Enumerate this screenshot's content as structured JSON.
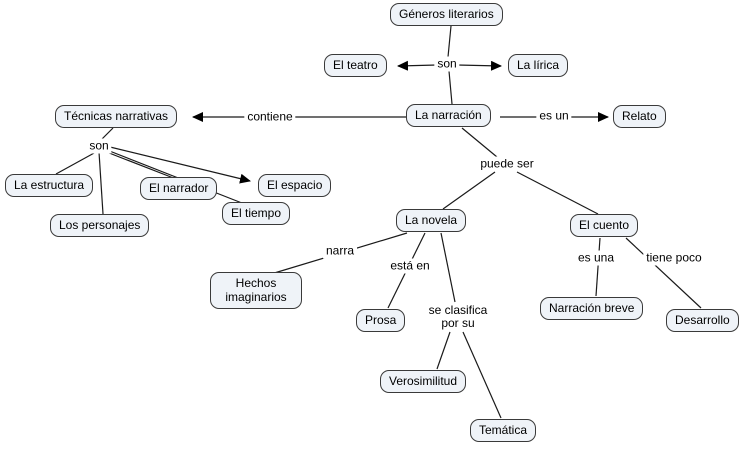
{
  "nodes": {
    "generos": {
      "label": "Géneros literarios"
    },
    "teatro": {
      "label": "El teatro"
    },
    "lirica": {
      "label": "La lírica"
    },
    "narracion": {
      "label": "La narración"
    },
    "tecnicas": {
      "label": "Técnicas narrativas"
    },
    "relato": {
      "label": "Relato"
    },
    "estructura": {
      "label": "La estructura"
    },
    "narrador": {
      "label": "El narrador"
    },
    "espacio": {
      "label": "El espacio"
    },
    "personajes": {
      "label": "Los personajes"
    },
    "tiempo": {
      "label": "El tiempo"
    },
    "novela": {
      "label": "La novela"
    },
    "cuento": {
      "label": "El cuento"
    },
    "hechos": {
      "label": "Hechos imaginarios"
    },
    "prosa": {
      "label": "Prosa"
    },
    "verosimilitud": {
      "label": "Verosimilitud"
    },
    "tematica": {
      "label": "Temática"
    },
    "narracion_breve": {
      "label": "Narración breve"
    },
    "desarrollo": {
      "label": "Desarrollo"
    }
  },
  "edge_labels": {
    "son_top": "son",
    "contiene": "contiene",
    "es_un": "es un",
    "son_left": "son",
    "puede_ser": "puede ser",
    "narra": "narra",
    "esta_en": "está en",
    "se_clasifica": "se clasifica\npor su",
    "es_una": "es una",
    "tiene_poco": "tiene poco"
  },
  "relations": [
    {
      "from": "Géneros literarios",
      "label": "son",
      "to": "El teatro"
    },
    {
      "from": "Géneros literarios",
      "label": "son",
      "to": "La lírica"
    },
    {
      "from": "Géneros literarios",
      "label": "son",
      "to": "La narración"
    },
    {
      "from": "La narración",
      "label": "contiene",
      "to": "Técnicas narrativas"
    },
    {
      "from": "La narración",
      "label": "es un",
      "to": "Relato"
    },
    {
      "from": "Técnicas narrativas",
      "label": "son",
      "to": "La estructura"
    },
    {
      "from": "Técnicas narrativas",
      "label": "son",
      "to": "Los personajes"
    },
    {
      "from": "Técnicas narrativas",
      "label": "son",
      "to": "El narrador"
    },
    {
      "from": "Técnicas narrativas",
      "label": "son",
      "to": "El tiempo"
    },
    {
      "from": "Técnicas narrativas",
      "label": "son",
      "to": "El espacio"
    },
    {
      "from": "La narración",
      "label": "puede ser",
      "to": "La novela"
    },
    {
      "from": "La narración",
      "label": "puede ser",
      "to": "El cuento"
    },
    {
      "from": "La novela",
      "label": "narra",
      "to": "Hechos imaginarios"
    },
    {
      "from": "La novela",
      "label": "está en",
      "to": "Prosa"
    },
    {
      "from": "La novela",
      "label": "se clasifica por su",
      "to": "Verosimilitud"
    },
    {
      "from": "La novela",
      "label": "se clasifica por su",
      "to": "Temática"
    },
    {
      "from": "El cuento",
      "label": "es una",
      "to": "Narración breve"
    },
    {
      "from": "El cuento",
      "label": "tiene poco",
      "to": "Desarrollo"
    }
  ],
  "colors": {
    "node_fill": "#eff3f8",
    "node_border": "#3a3a3a",
    "line": "#1a1a1a",
    "background": "#ffffff"
  }
}
